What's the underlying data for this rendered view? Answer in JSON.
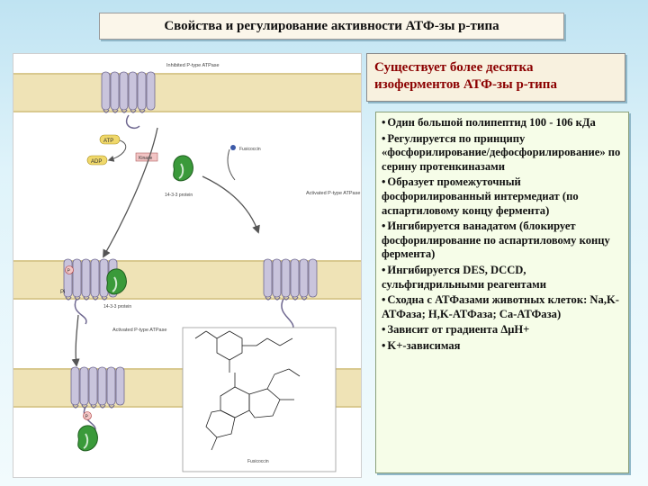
{
  "slide": {
    "title": "Свойства и регулирование активности АТФ-зы р-типа",
    "isoforms_text": "Существует более десятка изоферментов АТФ-зы р-типа",
    "properties": [
      "Один большой полипептид 100 - 106 кДа",
      "Регулируется по принципу «фосфорилирование/дефосфорилирование» по серину протенкиназами",
      "Образует промежуточный фосфорилированный интермедиат (по аспартиловому концу фермента)",
      "Ингибируется ванадатом (блокирует фосфорилирование по аспартиловому концу фермента)",
      "Ингибируется DES, DCCD, сульфгидрильными реагентами",
      "Сходна с АТФазами животных клеток: Na,K-АТФаза; H,K-АТФаза; Ca-АТФаза)",
      "Зависит от градиента ΔμH+",
      "K+-зависимая"
    ]
  },
  "figure": {
    "labels": {
      "inhibited_atpase": "Inhibited P-type ATPase",
      "activated_atpase_1": "Activated P-type ATPase",
      "activated_atpase_2": "Activated P-type ATPase",
      "atp": "ATP",
      "adp": "ADP",
      "kinase": "Kinase",
      "fusicoccin": "Fusicoccin",
      "protein_1433_a": "14-3-3 protein",
      "protein_1433_b": "14-3-3 protein",
      "pi": "Pi",
      "phospho_1": "P",
      "phospho_2": "P",
      "fusicoccin_caption": "Fusicoccin"
    },
    "colors": {
      "membrane": "#efe3b6",
      "membrane_edge": "#d9c98f",
      "helix": "#c9c4dc",
      "helix_edge": "#6f6890",
      "protein_1433": "#3a9a3a",
      "arrow": "#555555",
      "atp_pill": "#f0d86a",
      "kinase_box": "#f2c4c4",
      "fusicoccin_dot": "#3c5aa8"
    }
  }
}
